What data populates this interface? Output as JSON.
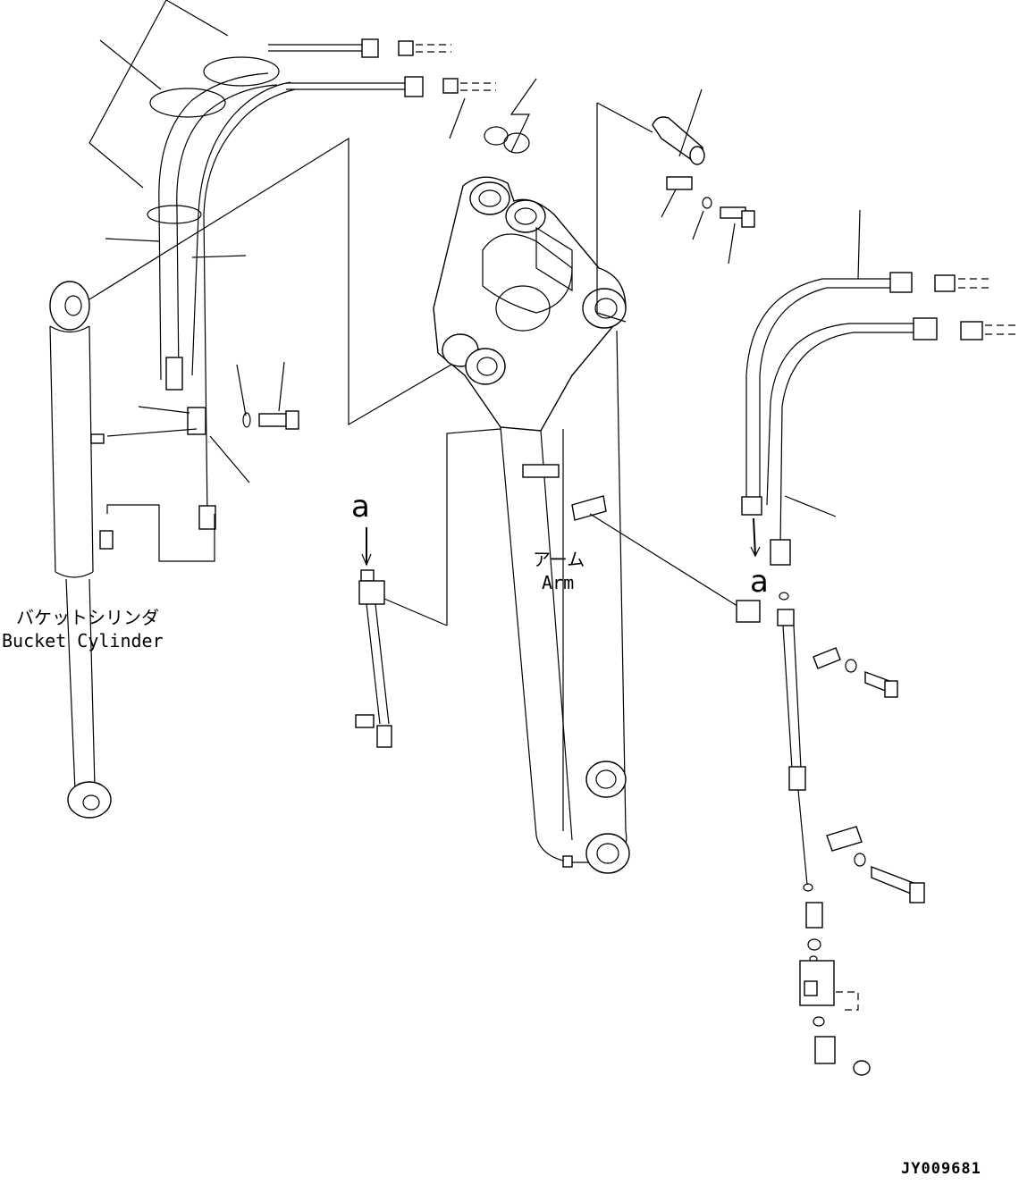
{
  "labels": {
    "bucket_cylinder_jp": "バケットシリンダ",
    "bucket_cylinder_en": "Bucket Cylinder",
    "arm_jp": "アーム",
    "arm_en": "Arm",
    "view_marker_left": "a",
    "view_marker_right": "a",
    "drawing_code": "JY009681"
  }
}
